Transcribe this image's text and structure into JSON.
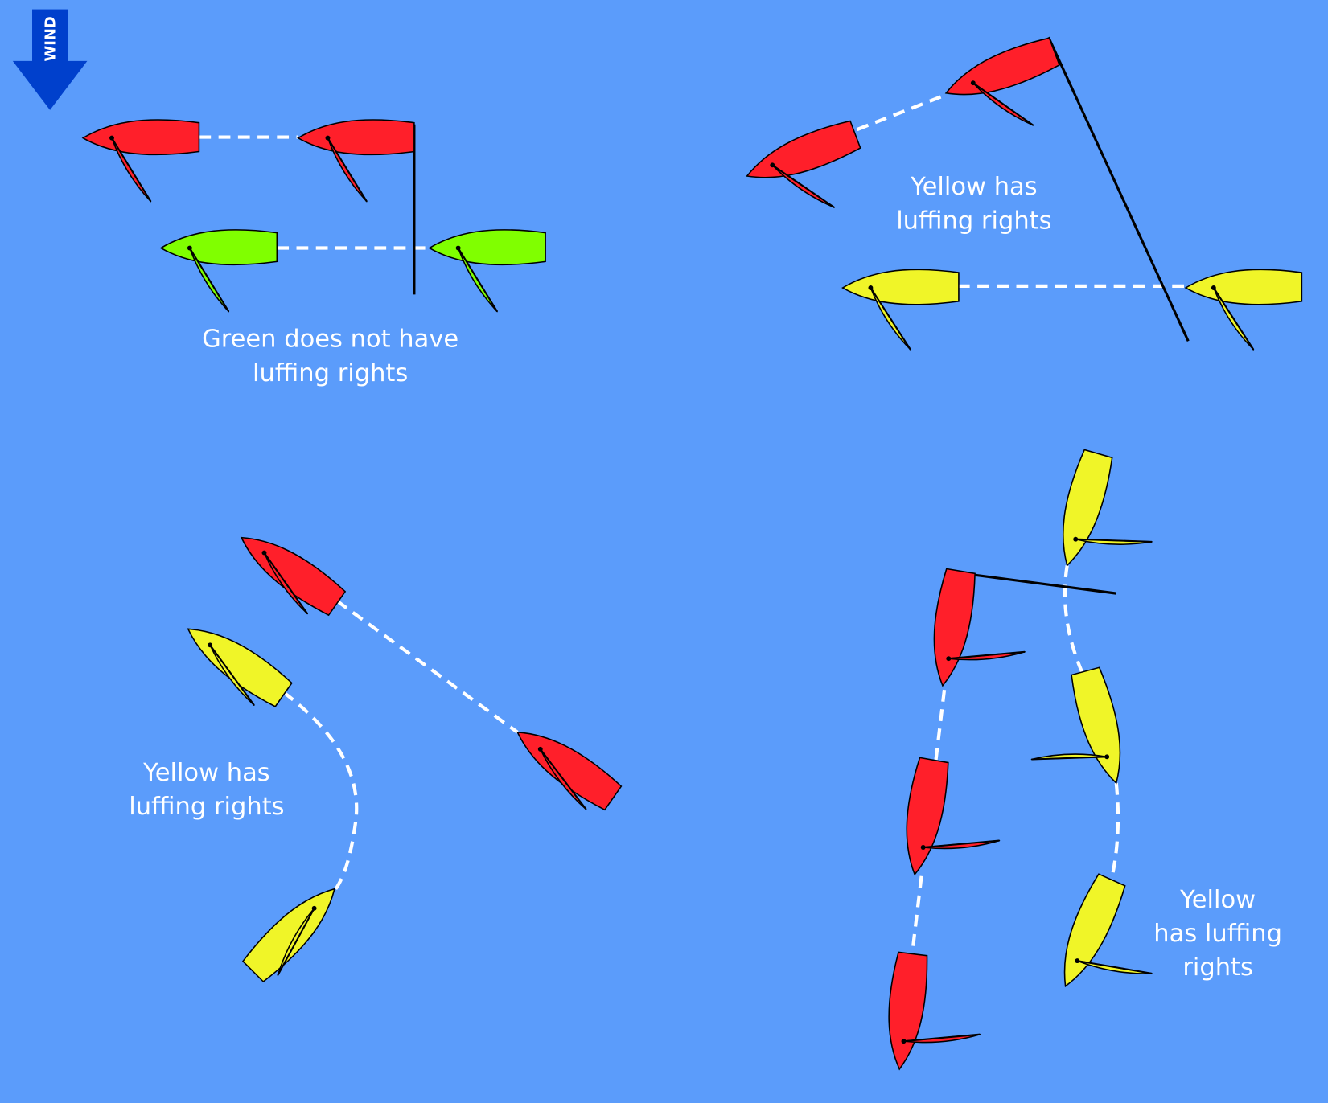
{
  "wind_label": "WIND",
  "colors": {
    "background": "#5b9cfb",
    "red": "#ff1f2a",
    "green": "#80ff00",
    "yellow": "#f0f528",
    "wind": "#0040cc"
  },
  "panels": [
    {
      "id": "top-left",
      "caption": [
        "Green does not have",
        "luffing rights"
      ]
    },
    {
      "id": "top-right",
      "caption": [
        "Yellow has",
        "luffing rights"
      ]
    },
    {
      "id": "bottom-left",
      "caption": [
        "Yellow has",
        "luffing rights"
      ]
    },
    {
      "id": "bottom-right",
      "caption": [
        "Yellow",
        "has luffing",
        "rights"
      ]
    }
  ]
}
